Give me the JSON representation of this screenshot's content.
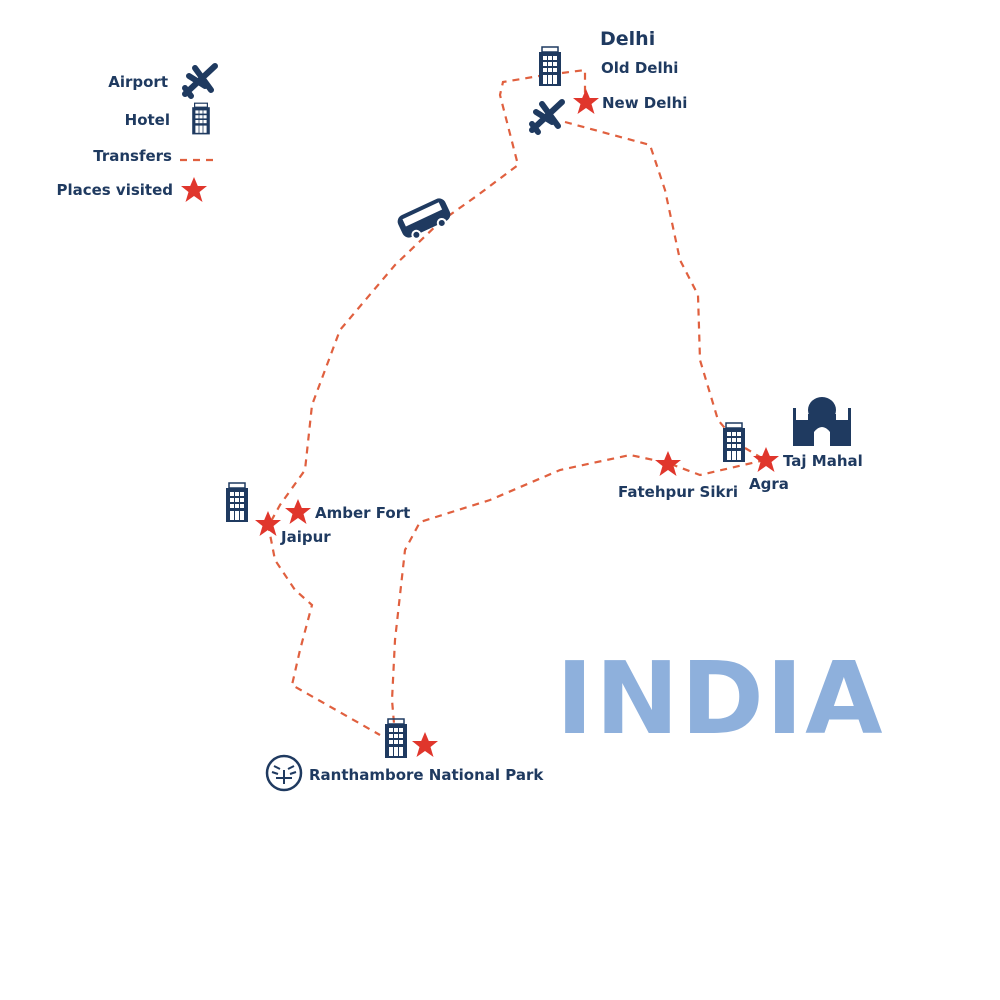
{
  "legend": {
    "airport": "Airport",
    "hotel": "Hotel",
    "transfers": "Transfers",
    "places": "Places visited"
  },
  "places": {
    "delhi": "Delhi",
    "old_delhi": "Old Delhi",
    "new_delhi": "New Delhi",
    "taj": "Taj Mahal",
    "agra": "Agra",
    "fatehpur": "Fatehpur Sikri",
    "amber": "Amber Fort",
    "jaipur": "Jaipur",
    "ranthambore": "Ranthambore National Park"
  },
  "country": "INDIA",
  "colors": {
    "navy": "#1f3a60",
    "red": "#e0362c",
    "country": "#8eb0dc",
    "route": "#e0603f"
  },
  "icons": [
    "airplane-icon",
    "hotel-icon",
    "star-icon",
    "bus-icon",
    "taj-mahal-icon",
    "tiger-icon"
  ]
}
